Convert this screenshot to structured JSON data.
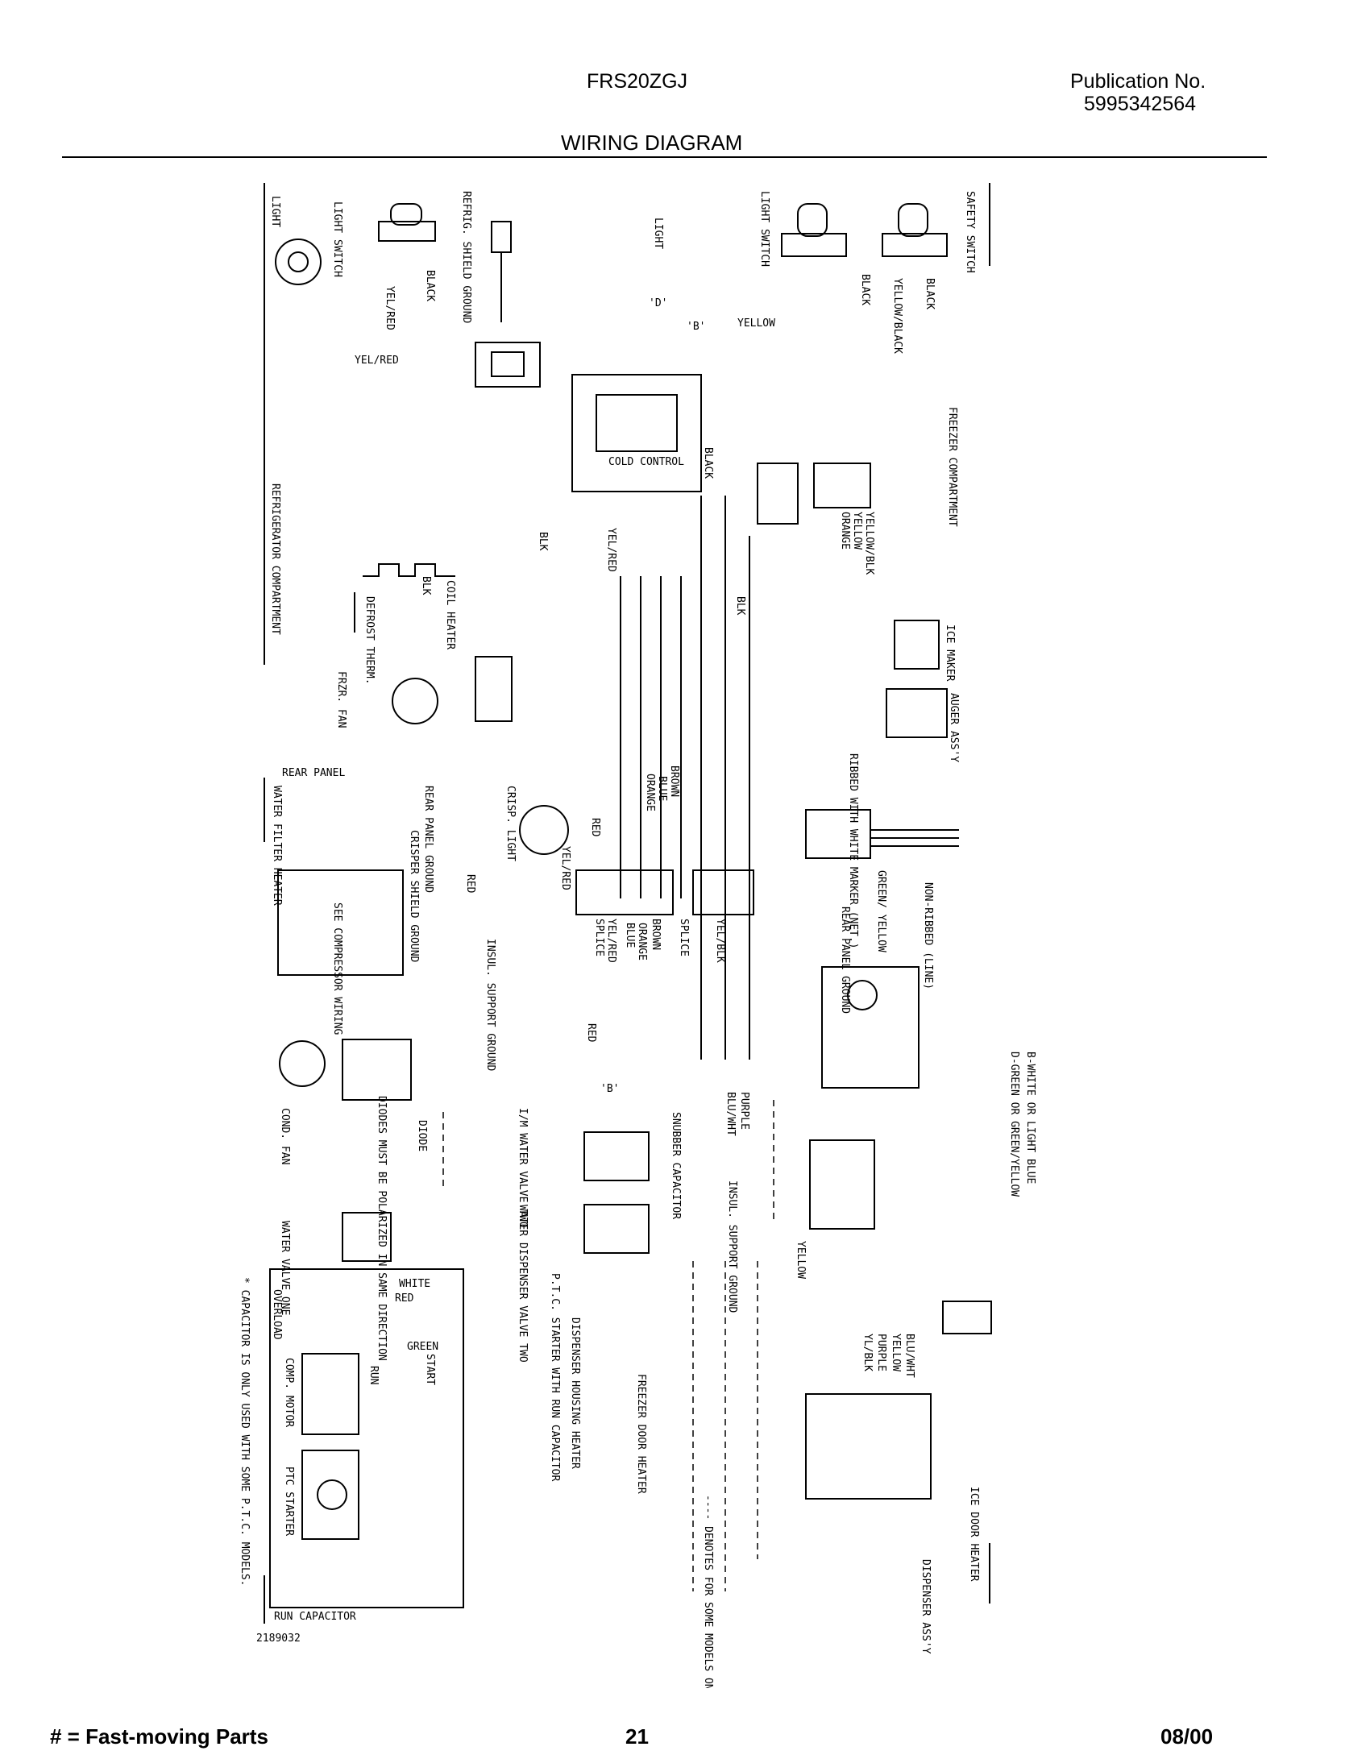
{
  "header": {
    "model": "FRS20ZGJ",
    "publication_label": "Publication No.",
    "publication_number": "5995342564",
    "title": "WIRING DIAGRAM"
  },
  "diagram": {
    "labels": {
      "light_left": "LIGHT",
      "light_switch_left": "LIGHT SWITCH",
      "refrig_shield_ground": "REFRIG. SHIELD GROUND",
      "light_center": "LIGHT",
      "light_switch_right": "LIGHT SWITCH",
      "safety_switch": "SAFETY SWITCH",
      "freezer_compartment": "FREEZER COMPARTMENT",
      "refrigerator_compartment": "REFRIGERATOR COMPARTMENT",
      "cold_control": "COLD CONTROL",
      "coil_heater": "COIL HEATER",
      "defrost_therm": "DEFROST THERM.",
      "frzr_fan": "FRZR. FAN",
      "ice_maker": "ICE MAKER",
      "auger_assy": "AUGER ASS'Y",
      "rear_panel": "REAR PANEL",
      "rear_panel_ground": "REAR PANEL GROUND",
      "water_filter_heater": "WATER FILTER HEATER",
      "crisp_light": "CRISP. LIGHT",
      "crisper_shield_ground": "CRISPER SHIELD GROUND",
      "see_compressor_wiring": "SEE COMPRESSOR WIRING",
      "insul_support_ground": "INSUL. SUPPORT GROUND",
      "ribbed_with_white_marker": "RIBBED WITH WHITE MARKER (NET.)",
      "non_ribbed_line": "NON-RIBBED (LINE)",
      "rear_panel_ground_right": "REAR PANEL GROUND",
      "cond_fan": "COND. FAN",
      "diodes_note": "DIODES MUST BE POLARIZED IN SAME DIRECTION",
      "diode": "DIODE",
      "im_water_valve_two": "I/M WATER VALVE TWO",
      "water_dispenser_valve_two": "WATER DISPENSER VALVE TWO",
      "water_valve_one": "WATER VALVE ONE",
      "snubber_capacitor": "SNUBBER CAPACITOR",
      "insul_support_ground_right": "INSUL. SUPPORT GROUND",
      "legend_b": "B-WHITE OR LIGHT BLUE",
      "legend_d": "D-GREEN OR GREEN/YELLOW",
      "overload": "OVERLOAD",
      "comp_motor": "COMP. MOTOR",
      "ptc_starter": "PTC STARTER",
      "run_capacitor": "RUN CAPACITOR",
      "capacitor_note": "* CAPACITOR IS ONLY USED WITH SOME P.T.C. MODELS.",
      "ptc_starter_run_cap": "P.T.C. STARTER WITH RUN CAPACITOR",
      "dispenser_housing_heater": "DISPENSER HOUSING HEATER",
      "freezer_door_heater": "FREEZER DOOR HEATER",
      "denotes_some_models": "---- DENOTES FOR SOME MODELS ONLY.",
      "dispenser_assy": "DISPENSER ASS'Y",
      "ice_door_heater": "ICE DOOR HEATER",
      "part_number": "2189032"
    },
    "wires": {
      "black": "BLACK",
      "yel_red": "YEL/RED",
      "yellow": "YELLOW",
      "yellow_black": "YELLOW/BLACK",
      "blk": "BLK",
      "orange": "ORANGE",
      "yellow_blk": "YELLOW/BLK",
      "brown": "BROWN",
      "blue": "BLUE",
      "red": "RED",
      "green_yellow": "GREEN/ YELLOW",
      "splice": "SPLICE",
      "yel_blk": "YEL/BLK",
      "blu_wht": "BLU/WHT",
      "purple": "PURPLE",
      "white": "WHITE",
      "green": "GREEN",
      "run": "RUN",
      "start": "START",
      "yl_blk": "YL/BLK",
      "blu_wht_lc": "BLU/WHT",
      "b_mark": "'B'",
      "d_mark": "'D'"
    }
  },
  "footer": {
    "legend": "# = Fast-moving Parts",
    "page": "21",
    "date": "08/00"
  }
}
